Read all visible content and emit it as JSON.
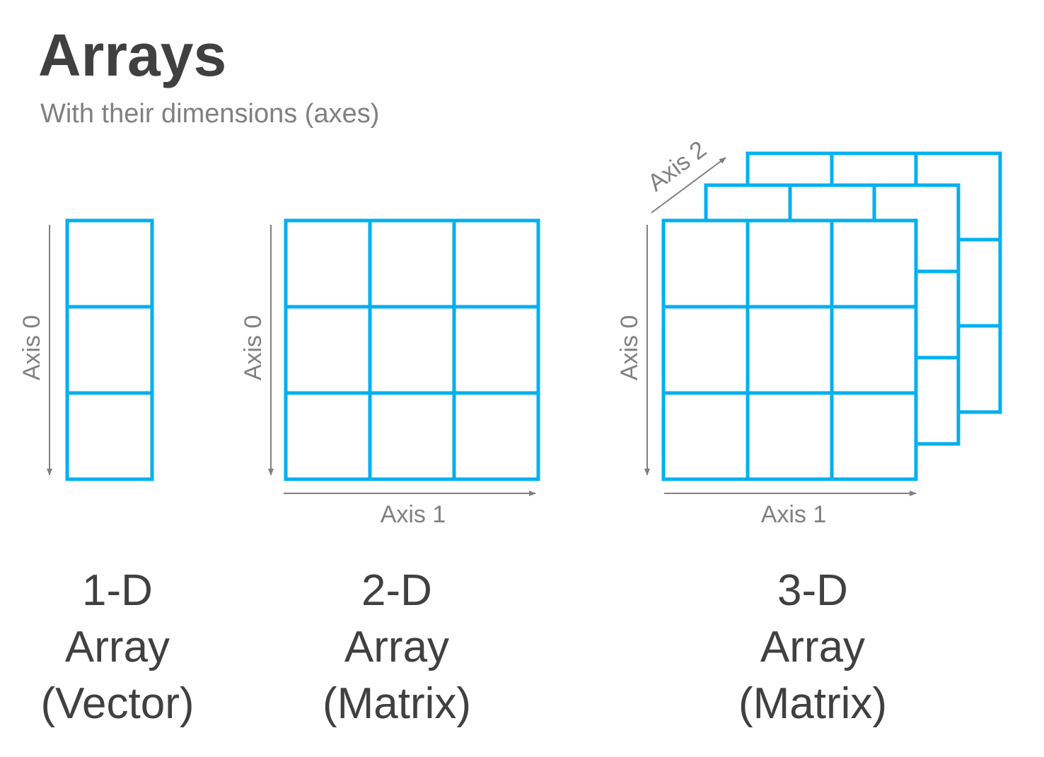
{
  "title": "Arrays",
  "subtitle": "With their dimensions (axes)",
  "colors": {
    "grid": "#00b0f0",
    "axis": "#808080",
    "text": "#404040"
  },
  "arrays": [
    {
      "line1": "1-D",
      "line2": "Array",
      "line3": "(Vector)",
      "axis0": "Axis 0"
    },
    {
      "line1": "2-D",
      "line2": "Array",
      "line3": "(Matrix)",
      "axis0": "Axis 0",
      "axis1": "Axis 1"
    },
    {
      "line1": "3-D",
      "line2": "Array",
      "line3": "(Matrix)",
      "axis0": "Axis 0",
      "axis1": "Axis 1",
      "axis2": "Axis 2"
    }
  ]
}
